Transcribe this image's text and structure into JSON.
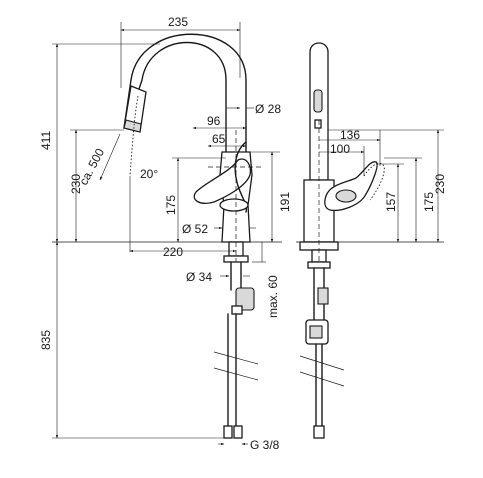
{
  "drawing": {
    "front_view": {
      "width_top": "235",
      "height_total": "411",
      "spout_diameter": "Ø 28",
      "spray_reach": "ca. 500",
      "spray_angle": "20°",
      "height_230": "230",
      "lever_96": "96",
      "lever_65": "65",
      "height_175": "175",
      "height_191": "191",
      "base_diameter": "Ø 52",
      "reach_220": "220",
      "hole_diameter": "Ø 34",
      "max_thickness": "max. 60",
      "hose_length": "835",
      "connection_thread": "G 3/8"
    },
    "side_view": {
      "depth_136": "136",
      "depth_100": "100",
      "height_157": "157",
      "height_175": "175",
      "height_230": "230"
    }
  }
}
